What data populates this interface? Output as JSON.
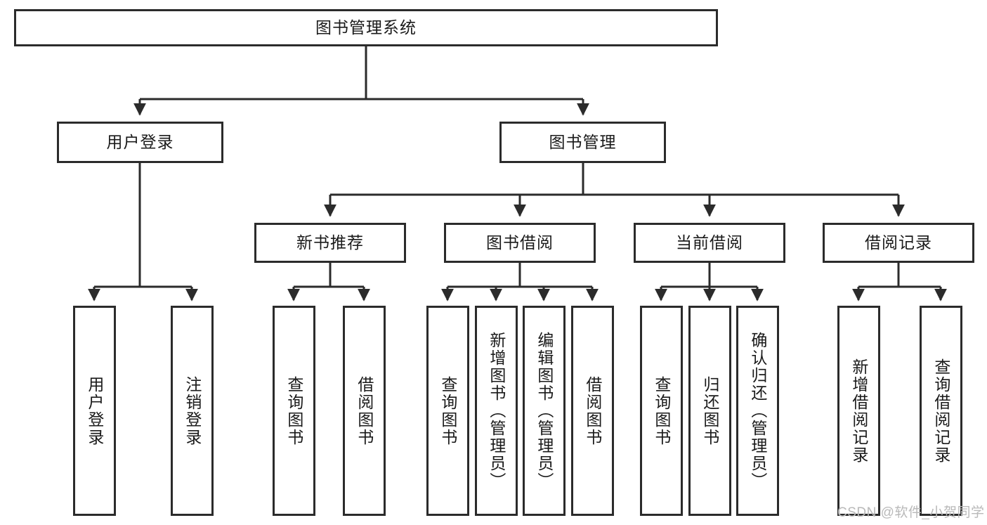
{
  "diagram": {
    "title_node": {
      "label": "图书管理系统"
    },
    "level2": [
      {
        "label": "用户登录"
      },
      {
        "label": "图书管理"
      }
    ],
    "level3": [
      {
        "label": "新书推荐"
      },
      {
        "label": "图书借阅"
      },
      {
        "label": "当前借阅"
      },
      {
        "label": "借阅记录"
      }
    ],
    "leaves": {
      "user_login": [
        {
          "label": "用户登录"
        },
        {
          "label": "注销登录"
        }
      ],
      "new_book_recommend": [
        {
          "label": "查询图书"
        },
        {
          "label": "借阅图书"
        }
      ],
      "book_borrow": [
        {
          "label": "查询图书"
        },
        {
          "label": "新增图书（管理员）"
        },
        {
          "label": "编辑图书（管理员）"
        },
        {
          "label": "借阅图书"
        }
      ],
      "current_borrow": [
        {
          "label": "查询图书"
        },
        {
          "label": "归还图书"
        },
        {
          "label": "确认归还（管理员）"
        }
      ],
      "borrow_records": [
        {
          "label": "新增借阅记录"
        },
        {
          "label": "查询借阅记录"
        }
      ]
    }
  },
  "watermark": {
    "text": "CSDN @软件_小贺同学"
  },
  "colors": {
    "stroke": "#2b2b2b",
    "fill": "#ffffff",
    "text": "#1a1a1a",
    "watermark": "#b9b9b9"
  }
}
